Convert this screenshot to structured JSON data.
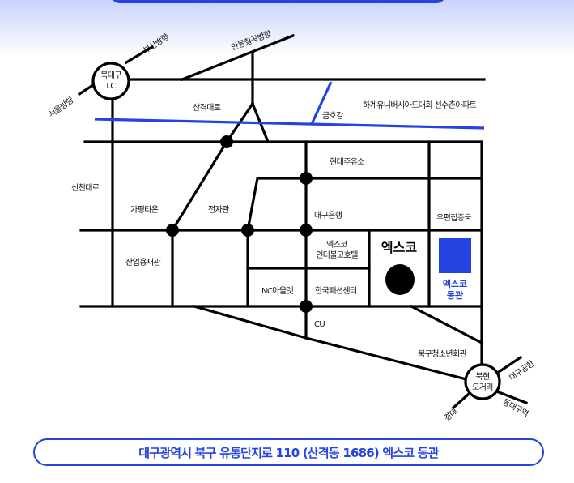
{
  "colors": {
    "accent": "#2443e0",
    "road": "#000000"
  },
  "map": {
    "ic": {
      "line1": "북대구",
      "line2": "I.C"
    },
    "busan": "부산방향",
    "seoul": "서울방향",
    "andong": "안동칠곡방향",
    "sangyeok_daero": "산격대로",
    "river": "금호강",
    "apartment": "하계유니버시아드대회 선수촌아파트",
    "hyundai_oil": "현대주유소",
    "sincheon": "신천대로",
    "gapyeong": "가평타운",
    "jeonjigwan": "전자관",
    "daegu_bank": "대구은행",
    "post": "우편집중국",
    "industrial": "산업용재관",
    "hotel": {
      "line1": "엑스코",
      "line2": "인터불고호텔"
    },
    "exco": "엑스코",
    "exco_east": {
      "line1": "엑스코",
      "line2": "동관"
    },
    "nc": "NC아울렛",
    "fashion": "한국패션센터",
    "cu": "CU",
    "youth": "북구청소년회관",
    "bukhyeon": {
      "line1": "북현",
      "line2": "오거리"
    },
    "airport": "대구공항",
    "dongdaegu": "동대구역",
    "gyeongdae": "경대"
  },
  "address": "대구광역시 북구 유통단지로 110 (산격동 1686) 엑스코 동관"
}
